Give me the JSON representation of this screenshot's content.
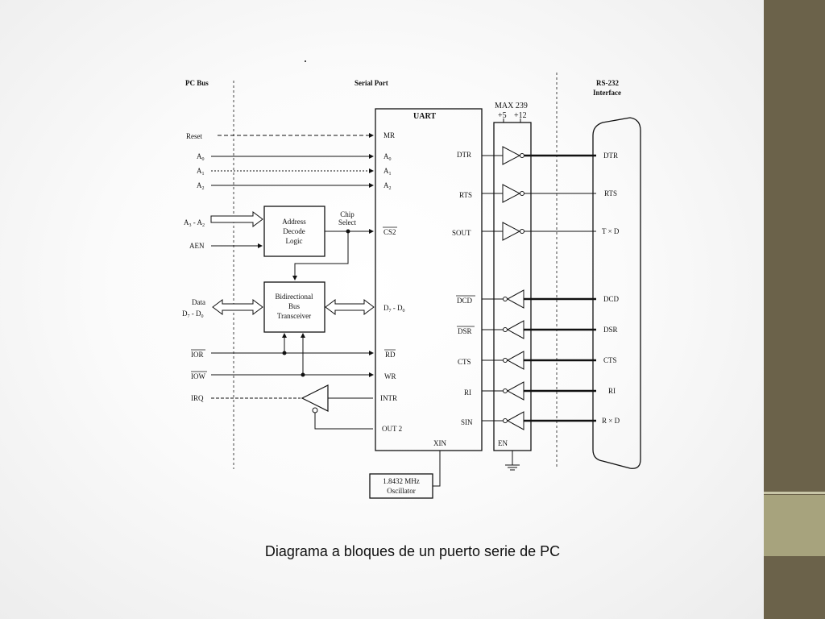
{
  "caption": "Diagrama a bloques de un puerto serie de PC",
  "sections": {
    "pc_bus": "PC Bus",
    "serial_port": "Serial Port",
    "rs232_line1": "RS-232",
    "rs232_line2": "Interface"
  },
  "pc_bus_signals": {
    "reset": "Reset",
    "a0": "A",
    "a0_sub": "0",
    "a1": "A",
    "a1_sub": "1",
    "a2": "A",
    "a2_sub": "2",
    "addr": "A",
    "addr_sub3": "3",
    "addr_dash": " - A",
    "addr_sub2": "2",
    "aen": "AEN",
    "data": "Data",
    "data_bits": "D",
    "data_sub7": "7",
    "data_dash": " - D",
    "data_sub0": "0",
    "ior": "IOR",
    "iow": "IOW",
    "irq": "IRQ"
  },
  "blocks": {
    "address_decode": [
      "Address",
      "Decode",
      "Logic"
    ],
    "bus_transceiver": [
      "Bidirectional",
      "Bus",
      "Transceiver"
    ],
    "chip_select": [
      "Chip",
      "Select"
    ],
    "oscillator": [
      "1.8432 MHz",
      "Oscillator"
    ]
  },
  "uart": {
    "title": "UART",
    "mr": "MR",
    "a0": "A",
    "a0_sub": "0",
    "a1": "A",
    "a1_sub": "1",
    "a2": "A",
    "a2_sub": "2",
    "cs2": "CS2",
    "data": "D",
    "data_sub7": "7",
    "data_dash": " - D",
    "data_sub0": "0",
    "rd": "RD",
    "wr": "WR",
    "intr": "INTR",
    "out2": "OUT 2",
    "xin": "XIN",
    "dtr": "DTR",
    "rts": "RTS",
    "sout": "SOUT",
    "dcd": "DCD",
    "dsr": "DSR",
    "cts": "CTS",
    "ri": "RI",
    "sin": "SIN"
  },
  "max239": {
    "title": "MAX 239",
    "plus5": "+5",
    "plus12": "+12",
    "en": "EN"
  },
  "rs232": {
    "dtr": "DTR",
    "rts": "RTS",
    "txd": "T × D",
    "dcd": "DCD",
    "dsr": "DSR",
    "cts": "CTS",
    "ri": "RI",
    "rxd": "R × D"
  }
}
